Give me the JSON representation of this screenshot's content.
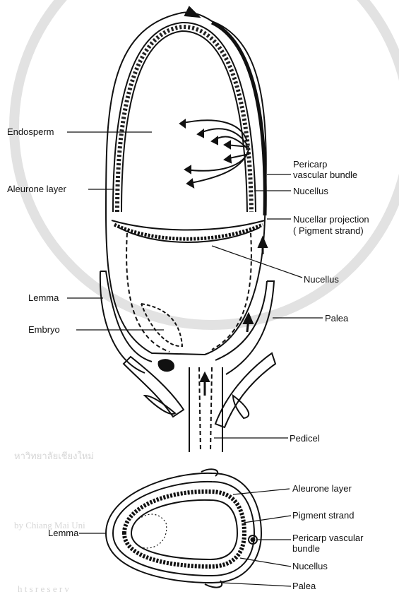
{
  "figure": {
    "labels": {
      "endosperm": "Endosperm",
      "aleurone_layer": "Aleurone layer",
      "pericarp_vascular_bundle_1": "Pericarp",
      "pericarp_vascular_bundle_2": "vascular bundle",
      "nucellus_upper": "Nucellus",
      "nucellar_projection_1": "Nucellar projection",
      "nucellar_projection_2": "( Pigment strand)",
      "nucellus_mid": "Nucellus",
      "lemma": "Lemma",
      "palea": "Palea",
      "embryo": "Embryo",
      "pedicel": "Pedicel"
    },
    "cross_section_labels": {
      "aleurone_layer": "Aleurone layer",
      "pigment_strand": "Pigment strand",
      "pericarp_vascular_1": "Pericarp vascular",
      "pericarp_vascular_2": "bundle",
      "lemma": "Lemma",
      "nucellus": "Nucellus",
      "palea": "Palea"
    }
  },
  "watermark": {
    "thai": "หาวิทยาลัยเชียงใหม่",
    "line1": "by Chiang Mai Uni",
    "line2": "h t s   r e s e r v"
  },
  "colors": {
    "ink": "#111111",
    "watermark": "#d6d6d6"
  }
}
